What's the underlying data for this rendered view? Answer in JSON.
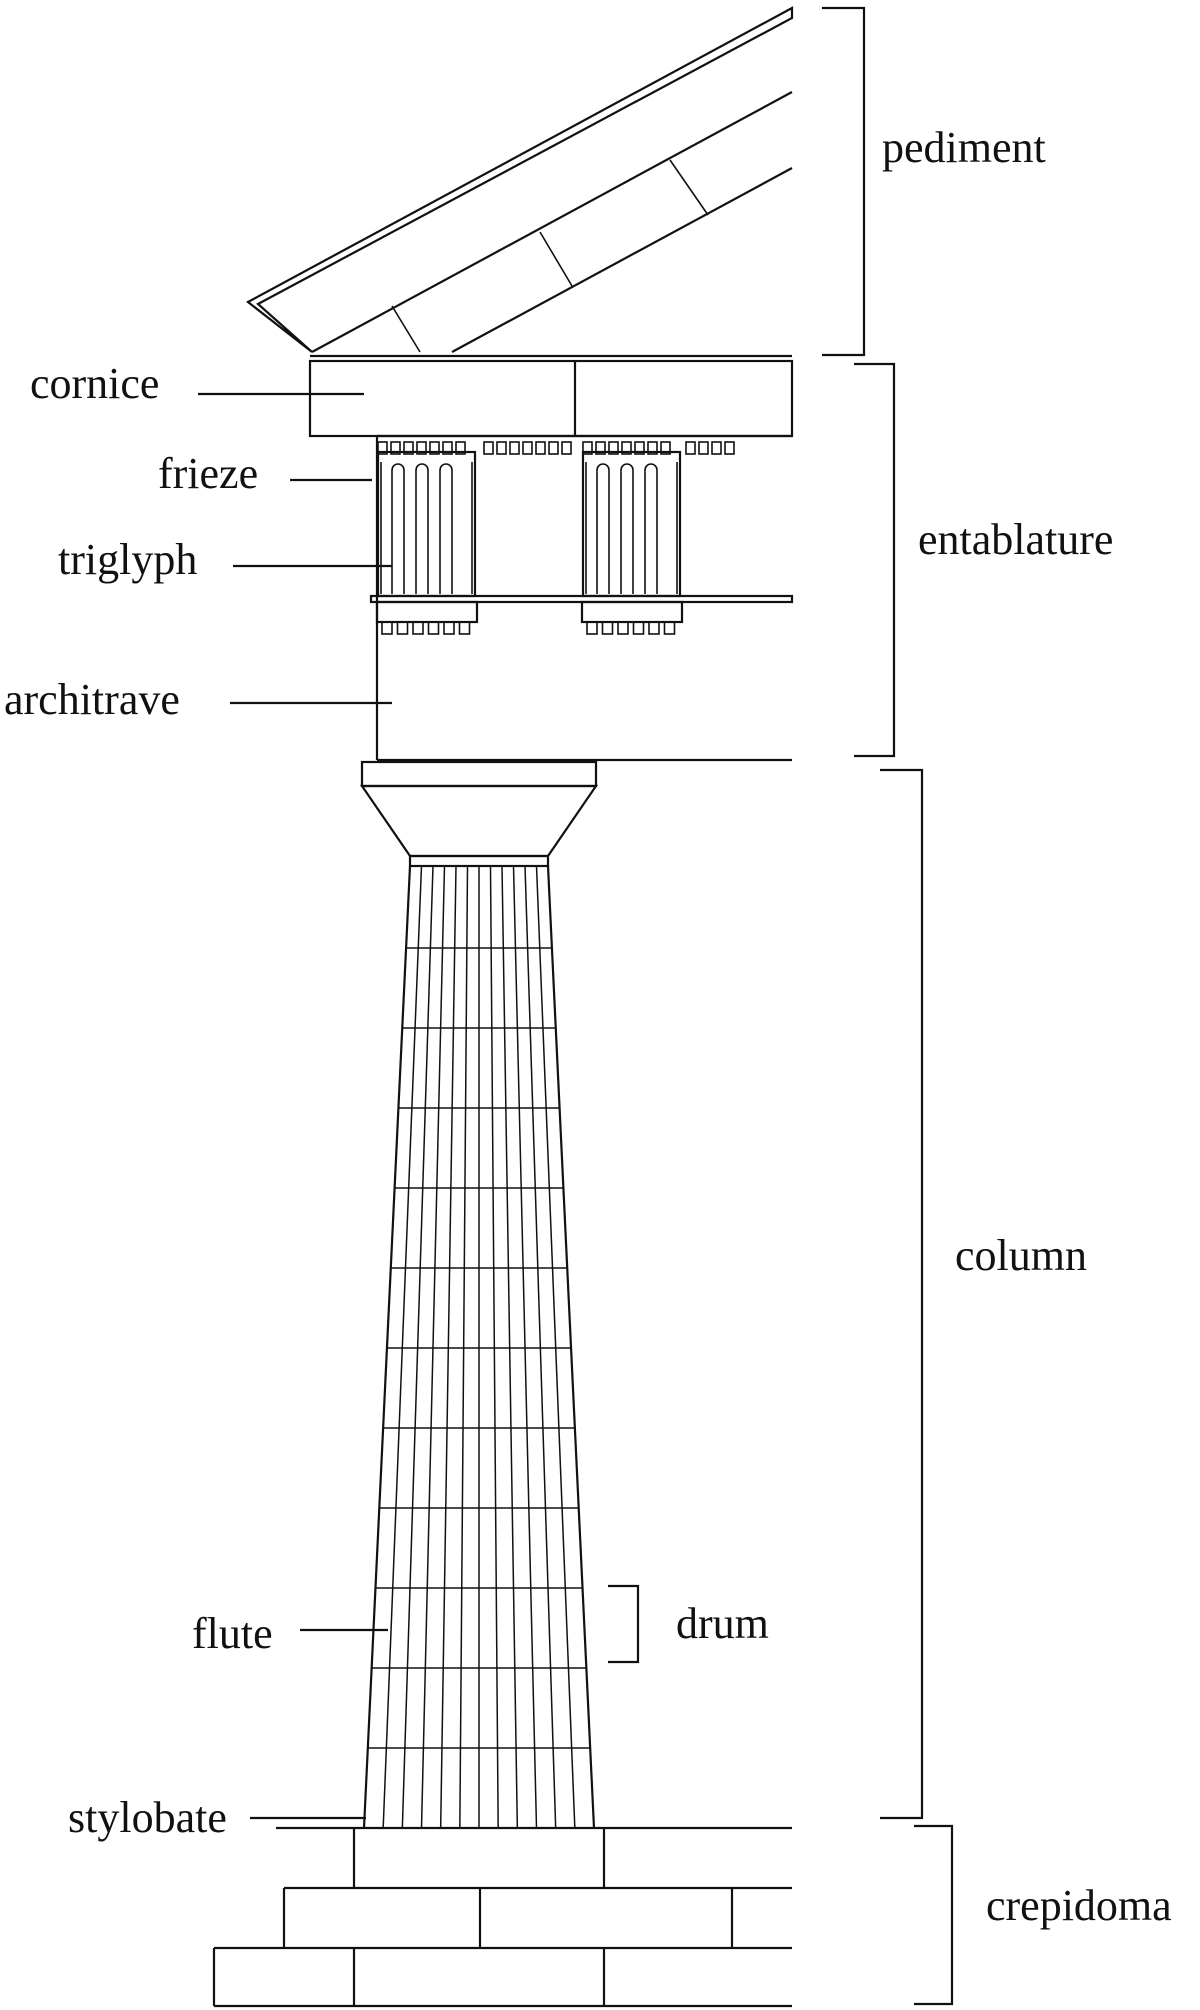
{
  "labels": {
    "pediment": "pediment",
    "cornice": "cornice",
    "frieze": "frieze",
    "triglyph": "triglyph",
    "entablature": "entablature",
    "architrave": "architrave",
    "column": "column",
    "drum": "drum",
    "flute": "flute",
    "stylobate": "stylobate",
    "crepidoma": "crepidoma"
  }
}
